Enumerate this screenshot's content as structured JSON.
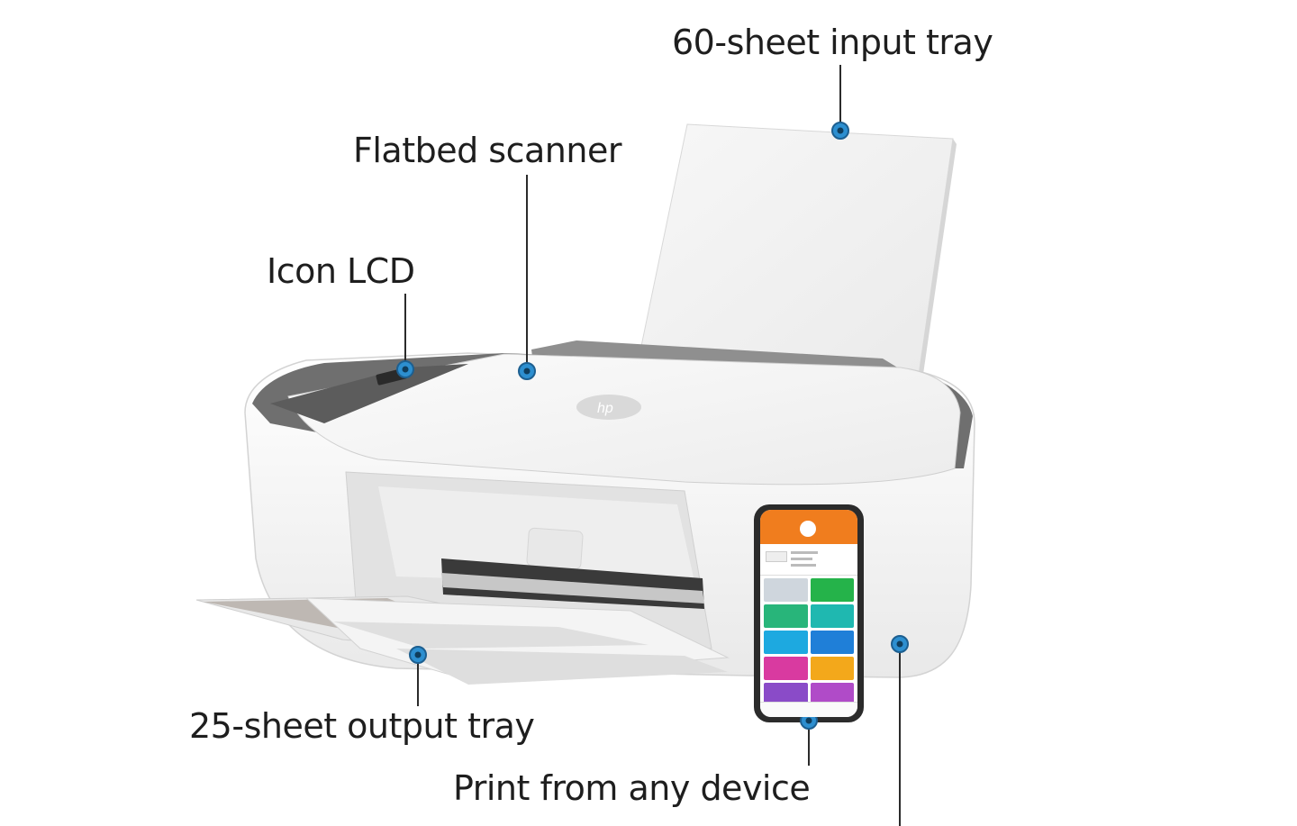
{
  "callouts": {
    "input_tray": "60-sheet input tray",
    "flatbed_scanner": "Flatbed scanner",
    "icon_lcd": "Icon LCD",
    "output_tray": "25-sheet output tray",
    "print_any_device": "Print from any device"
  },
  "colors": {
    "accent": "#2d8fd0",
    "app_header": "#f07d1e",
    "body_white": "#f3f3f3",
    "lid_grey": "#7d7d7d"
  },
  "phone_tiles": [
    "#cfd6dd",
    "#25b34a",
    "#28b57a",
    "#1fb8b0",
    "#1da9e0",
    "#1f7fd8",
    "#d93aa0",
    "#f3a81b",
    "#8a4bc8",
    "#b04bc8"
  ]
}
